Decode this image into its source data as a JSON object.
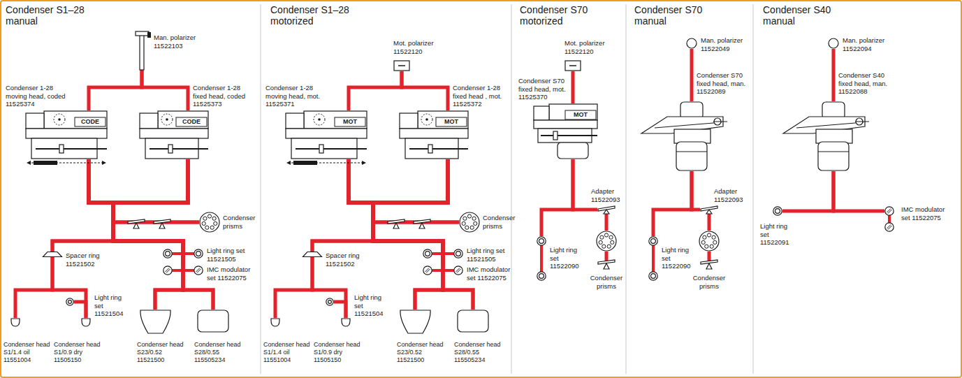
{
  "diagram": {
    "nodes": [
      {
        "text": [
          "Condenser S1–28 manual"
        ]
      },
      {
        "text": [
          "Man. polarizer 11522103"
        ],
        "in": 0
      },
      {
        "text": [
          "Condenser 1-28 moving head, coded 11525374",
          "CODE"
        ],
        "in": 0
      },
      {
        "text": [
          "Condenser 1-28 fixed head, coded 11525373",
          "CODE"
        ],
        "in": 0
      },
      {
        "text": [
          "Condenser prisms"
        ],
        "in": 0
      },
      {
        "text": [
          "Spacer ring 11521502"
        ],
        "in": 0
      },
      {
        "text": [
          "Light ring set 11521505"
        ],
        "in": 0
      },
      {
        "text": [
          "IMC modulator set 11522075"
        ],
        "in": 0
      },
      {
        "text": [
          "Light ring set 11521504"
        ],
        "in": 0
      },
      {
        "text": [
          "Condenser head S1/1.4 oil 11551004"
        ],
        "in": 0
      },
      {
        "text": [
          "Condenser head S1/0.9 dry 11505150"
        ],
        "in": 0
      },
      {
        "text": [
          "Condenser head S23/0.52 11521500"
        ],
        "in": 0
      },
      {
        "text": [
          "Condenser head S28/0.55 115505234"
        ],
        "in": 0
      },
      {
        "text": [
          "Condenser S1–28 motorized"
        ]
      },
      {
        "text": [
          "Mot. polarizer 11522120"
        ],
        "in": 13
      },
      {
        "text": [
          "Condenser 1-28 moving head, mot. 11525371",
          "MOT"
        ],
        "in": 13
      },
      {
        "text": [
          "Condenser 1-28 fixed head , mot. 11525372",
          "MOT"
        ],
        "in": 13
      },
      {
        "text": [
          "Condenser prisms"
        ],
        "in": 13
      },
      {
        "text": [
          "Spacer ring 11521502"
        ],
        "in": 13
      },
      {
        "text": [
          "Light ring set 11521505"
        ],
        "in": 13
      },
      {
        "text": [
          "IMC modulator set 11522075"
        ],
        "in": 13
      },
      {
        "text": [
          "Light ring set 11521504"
        ],
        "in": 13
      },
      {
        "text": [
          "Condenser head S1/1.4 oil 11551004"
        ],
        "in": 13
      },
      {
        "text": [
          "Condenser head S1/0.9 dry 11505150"
        ],
        "in": 13
      },
      {
        "text": [
          "Condenser head S23/0.52 11521500"
        ],
        "in": 13
      },
      {
        "text": [
          "Condenser head S28/0.55 115505234"
        ],
        "in": 13
      },
      {
        "text": [
          "Condenser S70 motorized"
        ]
      },
      {
        "text": [
          "Mot. polarizer 11522120"
        ],
        "in": 26
      },
      {
        "text": [
          "Condenser S70 fixed head, mot. 11525370",
          "MOT"
        ],
        "in": 26
      },
      {
        "text": [
          "Adapter 11522093"
        ],
        "in": 26
      },
      {
        "text": [
          "Light ring set 11522090"
        ],
        "in": 26
      },
      {
        "text": [
          "Condenser prisms"
        ],
        "in": 26
      },
      {
        "text": [
          "Condenser S70 manual"
        ]
      },
      {
        "text": [
          "Man. polarizer 11522049"
        ],
        "in": 32
      },
      {
        "text": [
          "Condenser S70 fixed head, man. 11522089"
        ],
        "in": 32
      },
      {
        "text": [
          "Adapter 11522093"
        ],
        "in": 32
      },
      {
        "text": [
          "Light ring set 11522090"
        ],
        "in": 32
      },
      {
        "text": [
          "Condenser prisms"
        ],
        "in": 32
      },
      {
        "text": [
          "Condenser S40 manual"
        ]
      },
      {
        "text": [
          "Man. polarizer 11522094"
        ],
        "in": 38
      },
      {
        "text": [
          "Condenser S40 fixed head, man. 11522088"
        ],
        "in": 38
      },
      {
        "text": [
          "Light ring set 11522091"
        ],
        "in": 38
      },
      {
        "text": [
          "IMC modulator set 11522075"
        ],
        "in": 38
      }
    ],
    "edges": [
      {
        "from": 1,
        "to": 2,
        "arrow": "none"
      },
      {
        "from": 1,
        "to": 3,
        "arrow": "none"
      },
      {
        "from": 2,
        "to": 4,
        "arrow": "none"
      },
      {
        "from": 3,
        "to": 4,
        "arrow": "none"
      },
      {
        "from": 2,
        "to": 5,
        "arrow": "none"
      },
      {
        "from": 3,
        "to": 5,
        "arrow": "none"
      },
      {
        "from": 2,
        "to": 6,
        "arrow": "none"
      },
      {
        "from": 3,
        "to": 6,
        "arrow": "none"
      },
      {
        "from": 2,
        "to": 7,
        "arrow": "none"
      },
      {
        "from": 3,
        "to": 7,
        "arrow": "none"
      },
      {
        "from": 2,
        "to": 11,
        "arrow": "none"
      },
      {
        "from": 3,
        "to": 11,
        "arrow": "none"
      },
      {
        "from": 2,
        "to": 12,
        "arrow": "none"
      },
      {
        "from": 3,
        "to": 12,
        "arrow": "none"
      },
      {
        "from": 5,
        "to": 9,
        "arrow": "none"
      },
      {
        "from": 5,
        "to": 10,
        "arrow": "none"
      },
      {
        "from": 8,
        "to": 10,
        "arrow": "none"
      },
      {
        "from": 14,
        "to": 15,
        "arrow": "none"
      },
      {
        "from": 14,
        "to": 16,
        "arrow": "none"
      },
      {
        "from": 15,
        "to": 17,
        "arrow": "none"
      },
      {
        "from": 16,
        "to": 17,
        "arrow": "none"
      },
      {
        "from": 15,
        "to": 18,
        "arrow": "none"
      },
      {
        "from": 16,
        "to": 18,
        "arrow": "none"
      },
      {
        "from": 15,
        "to": 19,
        "arrow": "none"
      },
      {
        "from": 16,
        "to": 19,
        "arrow": "none"
      },
      {
        "from": 15,
        "to": 20,
        "arrow": "none"
      },
      {
        "from": 16,
        "to": 20,
        "arrow": "none"
      },
      {
        "from": 15,
        "to": 24,
        "arrow": "none"
      },
      {
        "from": 16,
        "to": 24,
        "arrow": "none"
      },
      {
        "from": 15,
        "to": 25,
        "arrow": "none"
      },
      {
        "from": 16,
        "to": 25,
        "arrow": "none"
      },
      {
        "from": 18,
        "to": 22,
        "arrow": "none"
      },
      {
        "from": 18,
        "to": 23,
        "arrow": "none"
      },
      {
        "from": 21,
        "to": 23,
        "arrow": "none"
      },
      {
        "from": 27,
        "to": 28,
        "arrow": "none"
      },
      {
        "from": 28,
        "to": 29,
        "arrow": "none"
      },
      {
        "from": 28,
        "to": 30,
        "arrow": "none"
      },
      {
        "from": 29,
        "to": 31,
        "arrow": "none"
      },
      {
        "from": 33,
        "to": 34,
        "arrow": "none"
      },
      {
        "from": 34,
        "to": 35,
        "arrow": "none"
      },
      {
        "from": 34,
        "to": 36,
        "arrow": "none"
      },
      {
        "from": 35,
        "to": 37,
        "arrow": "none"
      },
      {
        "from": 39,
        "to": 40,
        "arrow": "none"
      },
      {
        "from": 40,
        "to": 41,
        "arrow": "none"
      },
      {
        "from": 40,
        "to": 42,
        "arrow": "none"
      }
    ]
  }
}
